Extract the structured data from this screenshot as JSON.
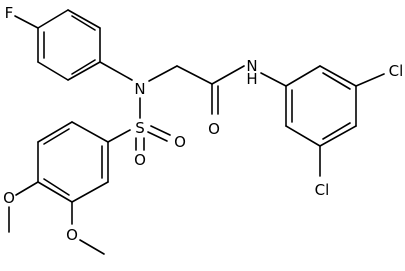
{
  "atoms": {
    "F": "F",
    "N_sulfonamide": "N",
    "S": "S",
    "O_s1": "O",
    "O_s2": "O",
    "O_carbonyl": "O",
    "N_amide": "N",
    "H_amide": "H",
    "Cl_top": "Cl",
    "Cl_bottom": "Cl",
    "O_meo1": "O",
    "O_meo2": "O"
  }
}
